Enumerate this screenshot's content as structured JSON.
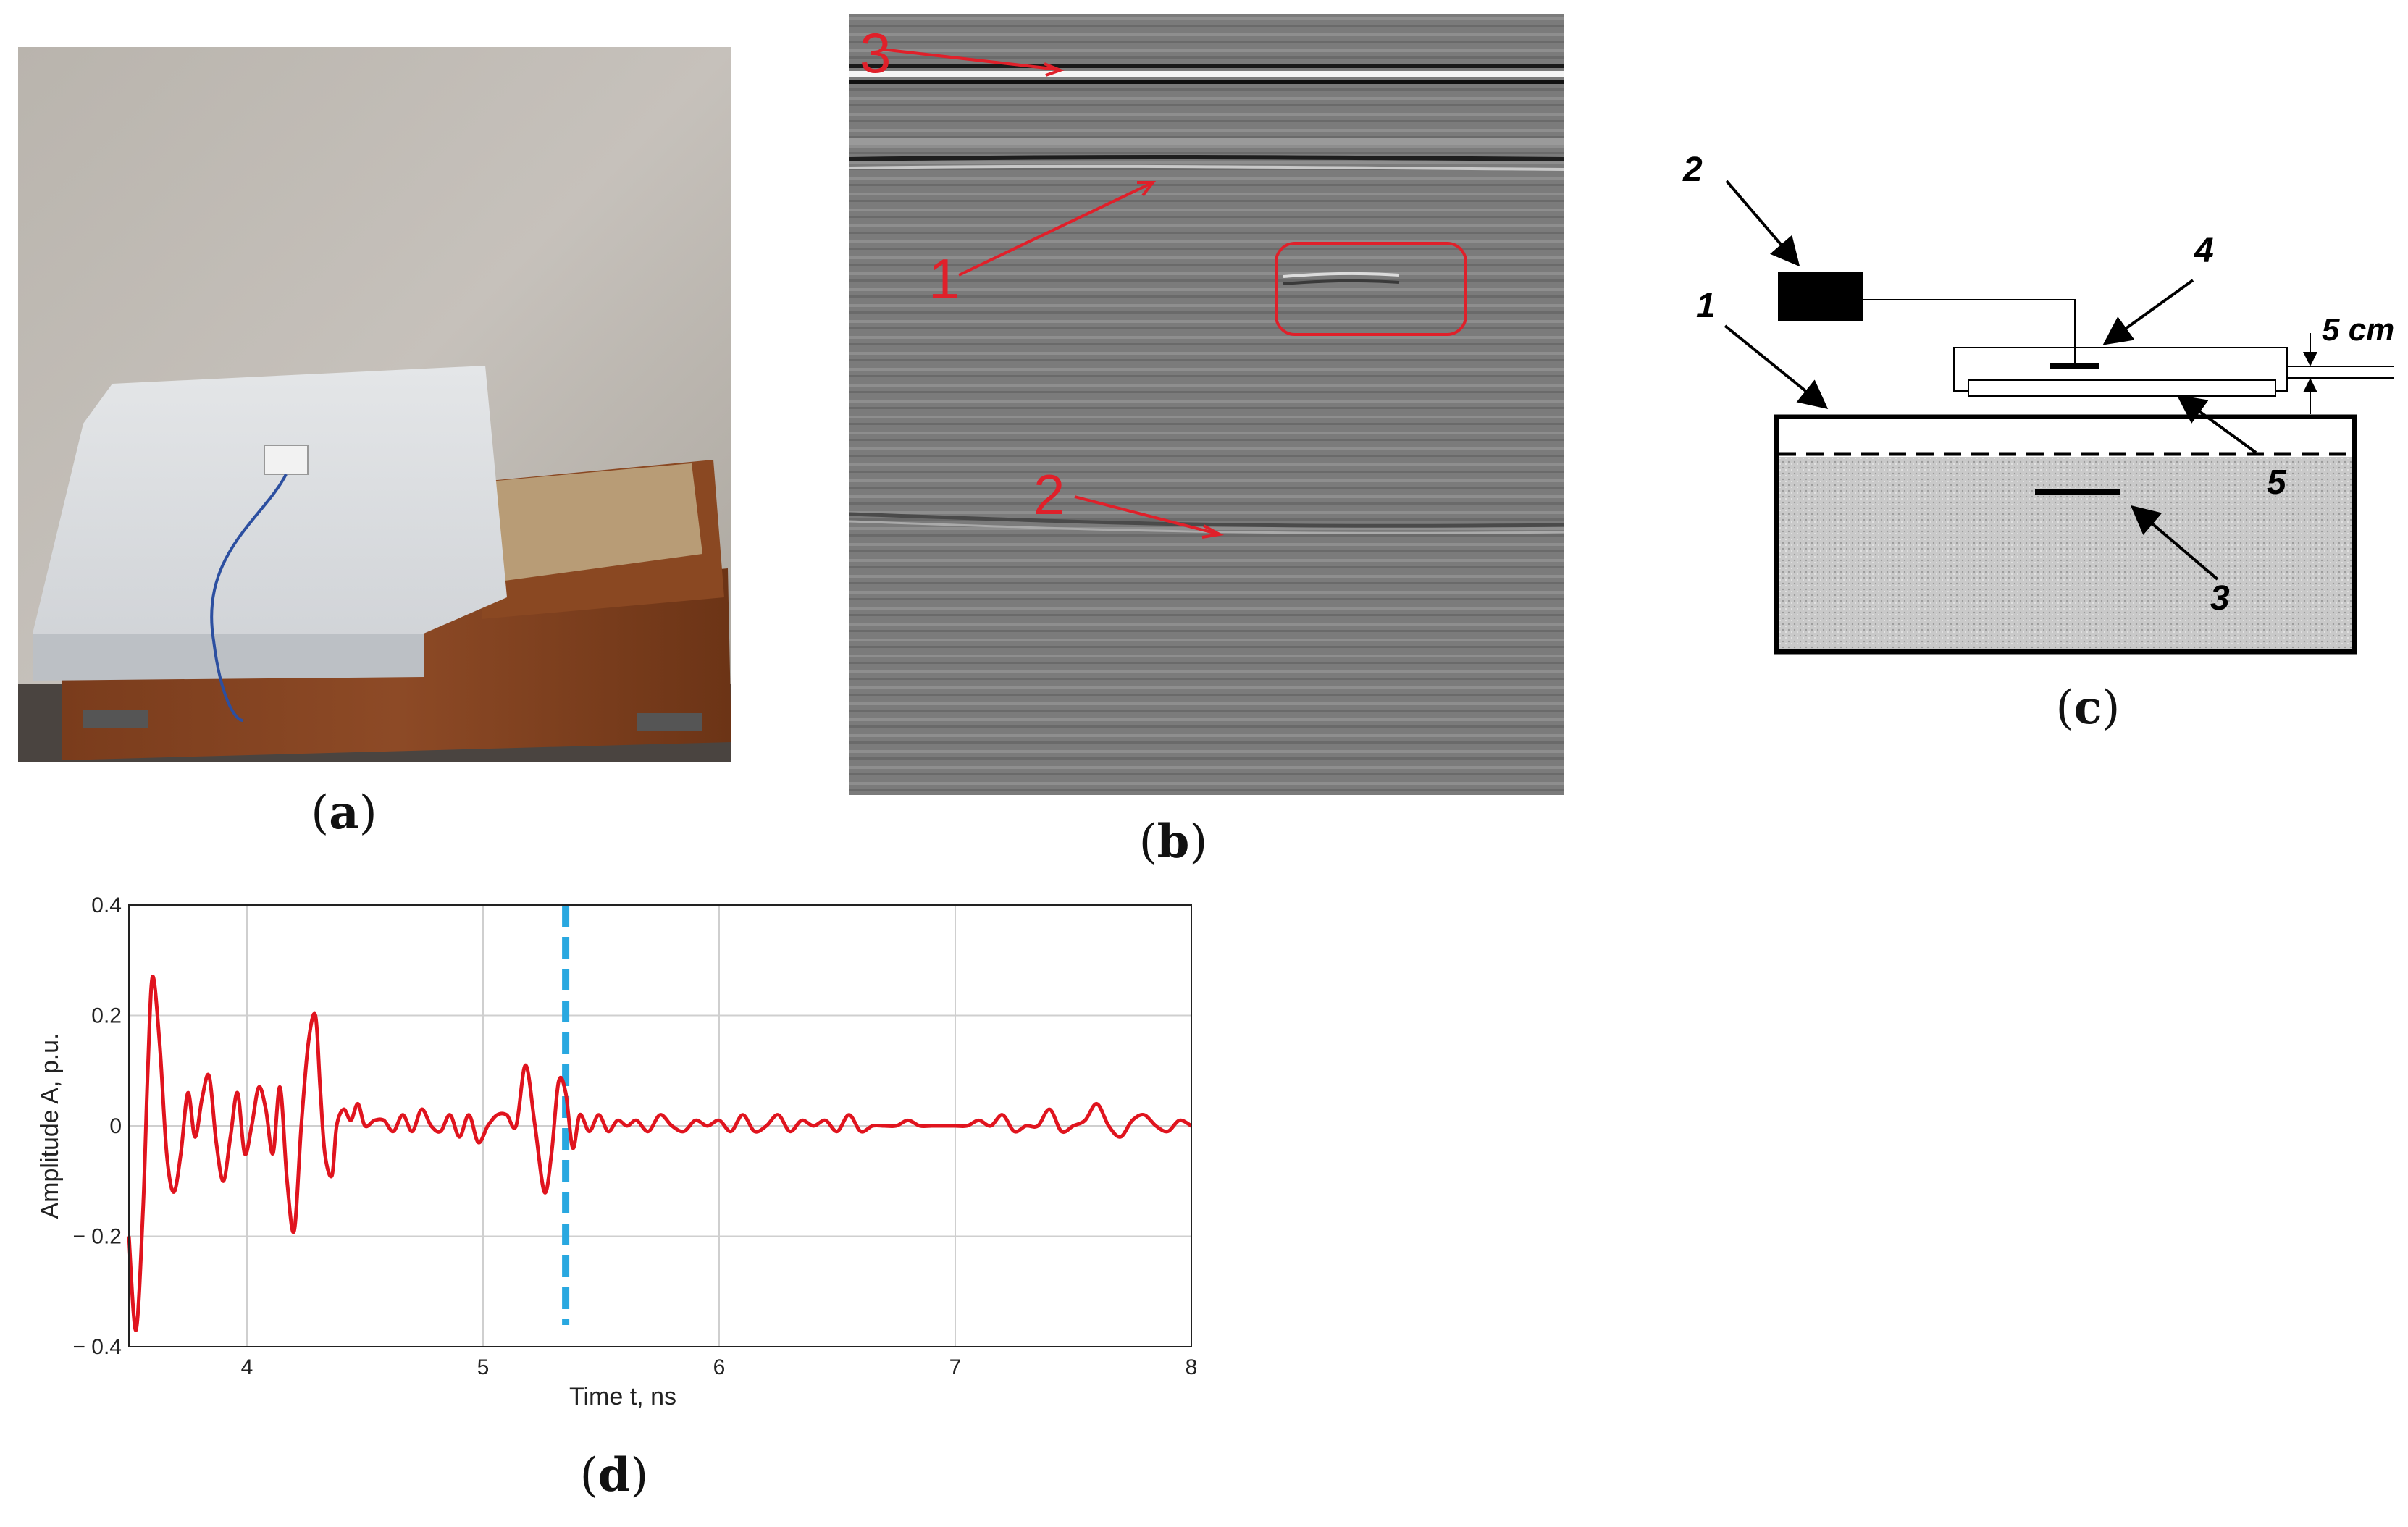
{
  "captions": {
    "a": "a",
    "b": "b",
    "c": "c",
    "d": "d"
  },
  "panel_b": {
    "labels": [
      "1",
      "2",
      "3"
    ],
    "colors": {
      "annotation": "#e0202a",
      "background": "#7a7a7a"
    }
  },
  "panel_c": {
    "labels": [
      "1",
      "2",
      "3",
      "4",
      "5"
    ],
    "dimension_label": "5 cm"
  },
  "chart_data": {
    "type": "line",
    "xlabel": "Time t, ns",
    "ylabel": "Amplitude A, p.u.",
    "xlim": [
      3.5,
      8
    ],
    "ylim": [
      -0.4,
      0.4
    ],
    "xticks": [
      "4",
      "5",
      "6",
      "7",
      "8"
    ],
    "yticks": [
      "0.4",
      "0.2",
      "0",
      "− 0.2",
      "− 0.4"
    ],
    "grid": true,
    "marker_line": {
      "x": 5.35,
      "color": "#29a8e0",
      "style": "dashed"
    },
    "series_color": "#e0141e",
    "x": [
      3.5,
      3.53,
      3.56,
      3.58,
      3.6,
      3.63,
      3.66,
      3.69,
      3.72,
      3.75,
      3.78,
      3.81,
      3.84,
      3.87,
      3.9,
      3.93,
      3.96,
      3.99,
      4.02,
      4.05,
      4.08,
      4.11,
      4.14,
      4.17,
      4.2,
      4.23,
      4.26,
      4.29,
      4.31,
      4.33,
      4.36,
      4.38,
      4.41,
      4.44,
      4.47,
      4.5,
      4.54,
      4.58,
      4.62,
      4.66,
      4.7,
      4.74,
      4.78,
      4.82,
      4.86,
      4.9,
      4.94,
      4.98,
      5.02,
      5.06,
      5.1,
      5.14,
      5.18,
      5.22,
      5.26,
      5.29,
      5.32,
      5.35,
      5.38,
      5.41,
      5.45,
      5.49,
      5.53,
      5.57,
      5.61,
      5.65,
      5.7,
      5.75,
      5.8,
      5.85,
      5.9,
      5.95,
      6.0,
      6.05,
      6.1,
      6.15,
      6.2,
      6.25,
      6.3,
      6.35,
      6.4,
      6.45,
      6.5,
      6.55,
      6.6,
      6.65,
      6.7,
      6.75,
      6.8,
      6.85,
      6.9,
      6.95,
      7.0,
      7.05,
      7.1,
      7.15,
      7.2,
      7.25,
      7.3,
      7.35,
      7.4,
      7.45,
      7.5,
      7.55,
      7.6,
      7.65,
      7.7,
      7.75,
      7.8,
      7.85,
      7.9,
      7.95,
      8.0
    ],
    "values": [
      -0.2,
      -0.37,
      -0.15,
      0.1,
      0.27,
      0.15,
      -0.05,
      -0.12,
      -0.05,
      0.06,
      -0.02,
      0.05,
      0.09,
      -0.03,
      -0.1,
      -0.02,
      0.06,
      -0.05,
      0.0,
      0.07,
      0.03,
      -0.05,
      0.07,
      -0.1,
      -0.19,
      0.0,
      0.15,
      0.2,
      0.07,
      -0.05,
      -0.09,
      0.0,
      0.03,
      0.01,
      0.04,
      0.0,
      0.01,
      0.01,
      -0.01,
      0.02,
      -0.01,
      0.03,
      0.0,
      -0.01,
      0.02,
      -0.02,
      0.02,
      -0.03,
      0.0,
      0.02,
      0.02,
      0.0,
      0.11,
      0.0,
      -0.12,
      -0.05,
      0.08,
      0.06,
      -0.04,
      0.02,
      -0.01,
      0.02,
      -0.01,
      0.01,
      0.0,
      0.01,
      -0.01,
      0.02,
      0.0,
      -0.01,
      0.01,
      0.0,
      0.01,
      -0.01,
      0.02,
      -0.01,
      0.0,
      0.02,
      -0.01,
      0.01,
      0.0,
      0.01,
      -0.01,
      0.02,
      -0.01,
      0.0,
      0.0,
      0.0,
      0.01,
      0.0,
      0.0,
      0.0,
      0.0,
      0.0,
      0.01,
      0.0,
      0.02,
      -0.01,
      0.0,
      0.0,
      0.03,
      -0.01,
      0.0,
      0.01,
      0.04,
      0.0,
      -0.02,
      0.01,
      0.02,
      0.0,
      -0.01,
      0.01,
      0.0
    ]
  }
}
